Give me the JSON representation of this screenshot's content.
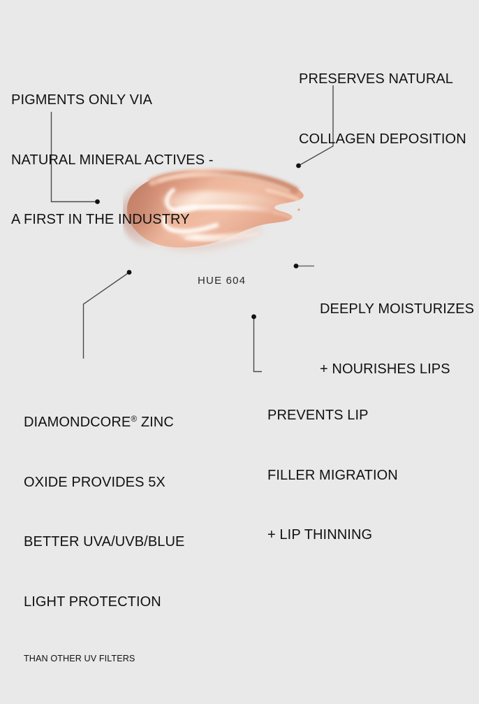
{
  "background_color": "#e9e9e9",
  "text_color": "#111111",
  "leader_line_color": "#4a4a4a",
  "dot_color": "#111111",
  "swatch": {
    "name": "lipstick-swatch",
    "caption": "HUE 604",
    "colors": {
      "deep_edge": "#c4836c",
      "mid_peach": "#e3a084",
      "light_peach": "#efc0a8",
      "highlight": "#fdf4ec",
      "shadow": "#b5735f",
      "tail": "#d9927a"
    }
  },
  "callouts": [
    {
      "name": "pigments",
      "lines": [
        "PIGMENTS ONLY VIA",
        "NATURAL MINERAL ACTIVES -",
        "A FIRST IN THE INDUSTRY"
      ]
    },
    {
      "name": "collagen",
      "lines": [
        "PRESERVES NATURAL",
        "COLLAGEN DEPOSITION"
      ]
    },
    {
      "name": "moisture",
      "lines": [
        "DEEPLY MOISTURIZES",
        "+ NOURISHES LIPS"
      ]
    },
    {
      "name": "filler",
      "lines": [
        "PREVENTS LIP",
        "FILLER MIGRATION",
        "+ LIP THINNING"
      ]
    },
    {
      "name": "diamondcore",
      "lines": [
        "DIAMONDCORE",
        " ZINC",
        "OXIDE PROVIDES 5X",
        "BETTER UVA/UVB/BLUE",
        "LIGHT PROTECTION"
      ],
      "registered_mark": "®",
      "subnote": "THAN OTHER UV FILTERS"
    }
  ]
}
